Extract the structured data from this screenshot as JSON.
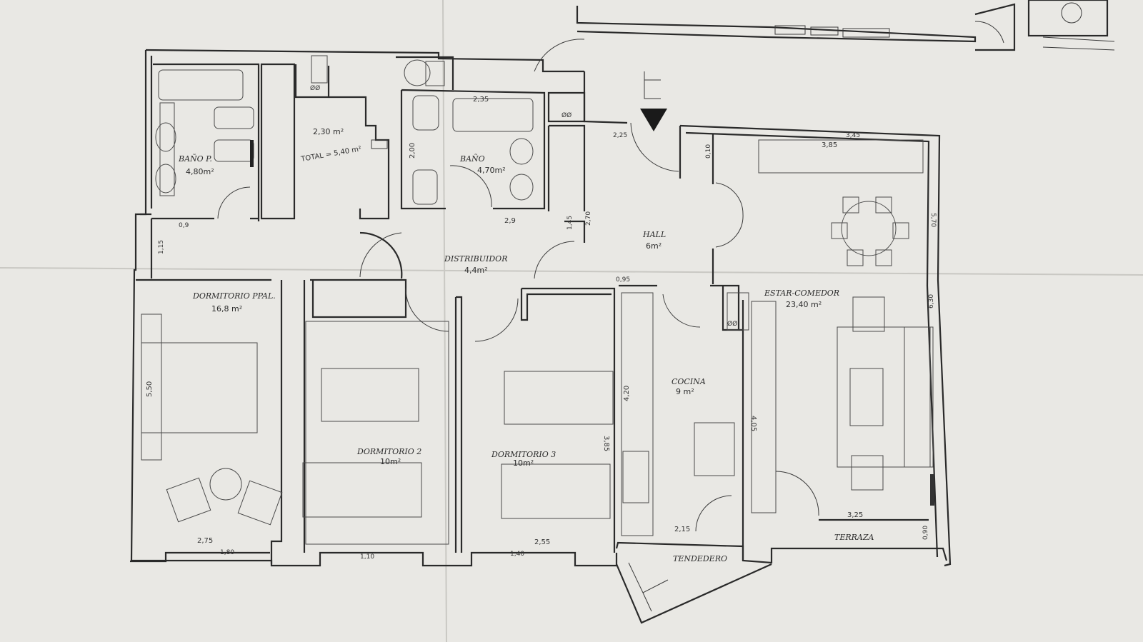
{
  "rooms": {
    "bano_p": {
      "name": "BAÑO P.",
      "area": "4,80m²"
    },
    "laundry": {
      "area": "2,30 m²",
      "total": "TOTAL = 5,40 m²"
    },
    "bano": {
      "name": "BAÑO",
      "area": "4,70m²"
    },
    "hall": {
      "name": "HALL",
      "area": "6m²"
    },
    "distribuidor": {
      "name": "DISTRIBUIDOR",
      "area": "4,4m²"
    },
    "dormitorio_ppal": {
      "name": "DORMITORIO PPAL.",
      "area": "16,8 m²"
    },
    "dormitorio_2": {
      "name": "DORMITORIO 2",
      "area": "10m²"
    },
    "dormitorio_3": {
      "name": "DORMITORIO 3",
      "area": "10m²"
    },
    "cocina": {
      "name": "COCINA",
      "area": "9 m²"
    },
    "estar_comedor": {
      "name": "ESTAR-COMEDOR",
      "area": "23,40 m²"
    },
    "terraza": {
      "name": "TERRAZA"
    },
    "tendedero": {
      "name": "TENDEDERO"
    }
  },
  "dimensions": {
    "d_235": "2,35",
    "d_200": "2,00",
    "d_225": "2,25",
    "d_345": "3,45",
    "d_385": "3,85",
    "d_090": "0,9",
    "d_115": "1,15",
    "d_290": "2,9",
    "d_270": "2,70",
    "d_145": "1,45",
    "d_095": "0,95",
    "d_550": "5,50",
    "d_420": "4,20",
    "d_385b": "3,85",
    "d_405": "4,05",
    "d_275": "2,75",
    "d_180": "1,80",
    "d_110": "1,10",
    "d_255": "2,55",
    "d_140": "1,40",
    "d_215": "2,15",
    "d_325": "3,25",
    "d_090b": "0,90",
    "d_570": "5,70",
    "d_630": "6,30",
    "d_010": "0,10"
  }
}
